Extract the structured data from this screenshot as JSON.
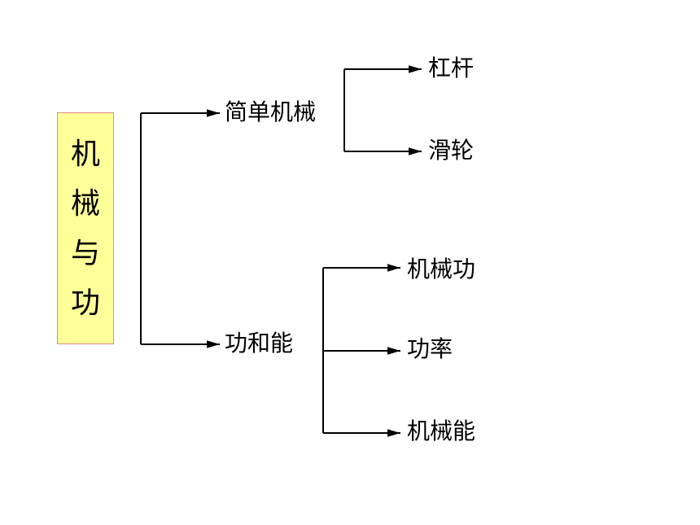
{
  "root": {
    "title": "机械与功"
  },
  "branches": [
    {
      "label": "简单机械",
      "children": [
        "杠杆",
        "滑轮"
      ]
    },
    {
      "label": "功和能",
      "children": [
        "机械功",
        "功率",
        "机械能"
      ]
    }
  ]
}
